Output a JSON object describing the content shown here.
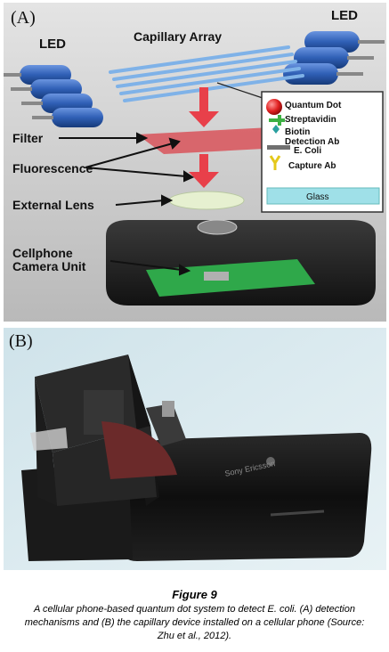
{
  "panelA": {
    "letter": "(A)",
    "led_left": "LED",
    "led_right": "LED",
    "capillary_array": "Capillary Array",
    "filter": "Filter",
    "fluorescence": "Fluorescence",
    "external_lens": "External Lens",
    "camera_unit": "Cellphone\nCamera Unit",
    "inset": {
      "quantum_dot": "Quantum Dot",
      "streptavidin": "Streptavidin",
      "biotin_detection": "Biotin\nDetection Ab",
      "ecoli": "E. Coli",
      "capture": "Capture Ab",
      "glass": "Glass"
    }
  },
  "panelB": {
    "letter": "(B)",
    "phone_brand": "Sony Ericsson"
  },
  "figure": {
    "title": "Figure 9",
    "caption": "A cellular phone-based quantum dot system to detect E. coli. (A) detection mechanisms and (B) the capillary device installed on a cellular phone (Source: Zhu et al., 2012)."
  },
  "colors": {
    "arrow_red": "#e8404a",
    "filter_red": "#d9545a",
    "led_blue": "#2f5fb5",
    "capillary_blue": "#7fb2e8",
    "board_green": "#2fa84a",
    "quantum_dot_red": "#e02020",
    "glass_cyan": "#9fe0e8"
  }
}
